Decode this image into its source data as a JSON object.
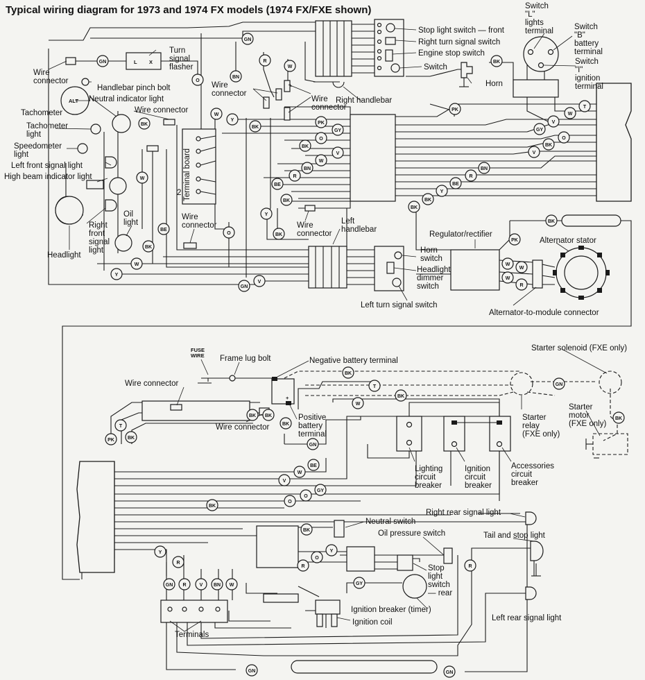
{
  "title": "Typical wiring diagram for 1973 and 1974 FX models (1974 FX/FXE shown)",
  "labels": {
    "wire_connector_tl": "Wire\nconnector",
    "turn_signal_flasher": "Turn\nsignal\nflasher",
    "handlebar_pinch_bolt": "Handlebar pinch bolt",
    "neutral_indicator_light": "Neutral indicator light",
    "tachometer": "Tachometer",
    "tachometer_light": "Tachometer\nlight",
    "wire_connector_mid": "Wire connector",
    "speedometer_light": "Speedometer\nlight",
    "left_front_signal_light": "Left front signal light",
    "high_beam_indicator_light": "High beam indicator light",
    "terminal_board": "Terminal board",
    "oil_light": "Oil\nlight",
    "right_front_signal_light": "Right\nfront\nsignal\nlight",
    "headlight": "Headlight",
    "wire_connector_lower": "Wire\nconnector",
    "wire_connector_handlebar": "Wire\nconnector",
    "wire_connector_right": "Wire\nconnector",
    "stop_light_switch_front": "Stop light switch — front",
    "right_turn_signal_switch": "Right turn signal switch",
    "engine_stop_switch": "Engine stop switch",
    "switch_rh": "Switch",
    "horn": "Horn",
    "right_handlebar": "Right handlebar",
    "switch_l": "Switch\n\"L\"\nlights\nterminal",
    "switch_b": "Switch\n\"B\"\nbattery\nterminal",
    "switch_i": "Switch\n\"I\"\nignition\nterminal",
    "wire_connector_center": "Wire\nconnector",
    "left_handlebar": "Left\nhandlebar",
    "horn_switch": "Horn\nswitch",
    "headlight_dimmer_switch": "Headlight\ndimmer\nswitch",
    "left_turn_signal_switch": "Left turn signal switch",
    "regulator_rectifier": "Regulator/rectifier",
    "alternator_stator": "Alternator stator",
    "alternator_to_module_connector": "Alternator-to-module connector",
    "fuse_wire": "FUSE\nWIRE",
    "frame_lug_bolt": "Frame lug bolt",
    "negative_battery_terminal": "Negative battery terminal",
    "wire_connector_fuse": "Wire connector",
    "wire_connector_battery": "Wire connector",
    "positive_battery_terminal": "Positive\nbattery\nterminal",
    "starter_solenoid": "Starter solenoid (FXE only)",
    "starter_relay": "Starter\nrelay\n(FXE only)",
    "starter_motor": "Starter\nmotor\n(FXE only)",
    "lighting_circuit_breaker": "Lighting\ncircuit\nbreaker",
    "ignition_circuit_breaker": "Ignition\ncircuit\nbreaker",
    "accessories_circuit_breaker": "Accessories\ncircuit\nbreaker",
    "right_rear_signal_light": "Right rear signal light",
    "neutral_switch": "Neutral switch",
    "oil_pressure_switch": "Oil pressure switch",
    "tail_and_stop_light": "Tail and stop light",
    "stop_light_switch_rear": "Stop\nlight\nswitch\n— rear",
    "ignition_breaker": "Ignition breaker (timer)",
    "ignition_coil": "Ignition coil",
    "terminals": "Terminals",
    "left_rear_signal_light": "Left rear signal light"
  },
  "component_marks": {
    "alt": "ALT",
    "flasher_l": "L",
    "flasher_x": "X",
    "key_2": "2",
    "plus": "+"
  },
  "wire_tags": [
    "GN",
    "BK",
    "R",
    "W",
    "O",
    "V",
    "Y",
    "T",
    "PK",
    "GY",
    "BN",
    "BE"
  ],
  "colors": {
    "ink": "#1a1a1a",
    "paper": "#f4f4f1"
  }
}
